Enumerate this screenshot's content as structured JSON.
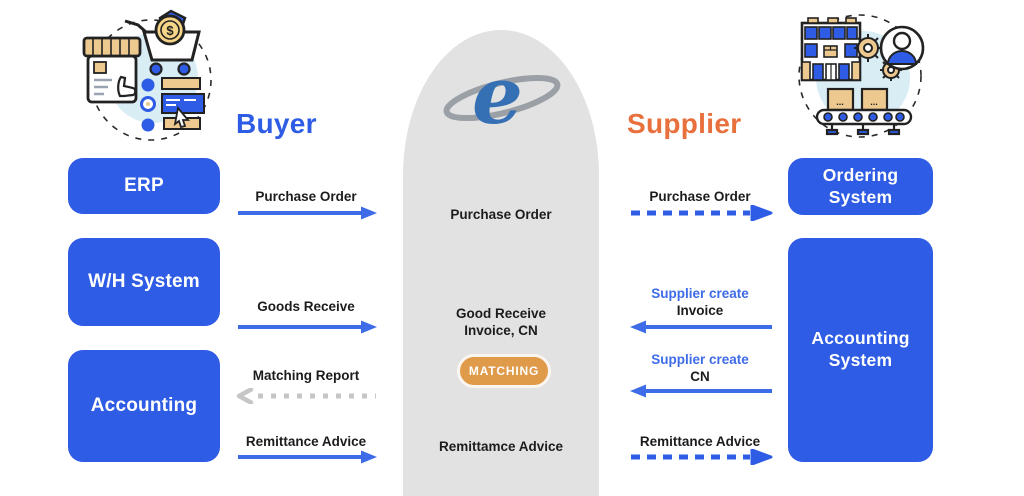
{
  "colors": {
    "primary_blue": "#2e5ce5",
    "accent_orange": "#e8703d",
    "matching_orange": "#df9b4a",
    "dome_gray": "#e2e2e2",
    "arrow_blue": "#3e6ce8",
    "dash_gray": "#c6c6c6"
  },
  "buyer": {
    "title": "Buyer",
    "illustration": "online-shopping-cart-storefront",
    "systems": [
      {
        "label": "ERP"
      },
      {
        "label": "W/H System"
      },
      {
        "label": "Accounting"
      }
    ],
    "flows": [
      {
        "label": "Purchase Order",
        "style": "solid",
        "direction": "right"
      },
      {
        "label": "Goods Receive",
        "style": "solid",
        "direction": "right"
      },
      {
        "label": "Matching Report",
        "style": "dashed-gray",
        "direction": "left"
      },
      {
        "label": "Remittance Advice",
        "style": "solid",
        "direction": "right"
      }
    ]
  },
  "platform": {
    "logo_letter": "e",
    "labels": {
      "purchase_order": "Purchase Order",
      "good_receive_line1": "Good Receive",
      "good_receive_line2": "Invoice, CN",
      "matching": "MATCHING",
      "remittance": "Remittamce Advice"
    }
  },
  "supplier": {
    "title": "Supplier",
    "illustration": "warehouse-conveyor-gears-person",
    "systems": [
      {
        "label": "Ordering System"
      },
      {
        "label": "Accounting System"
      }
    ],
    "flows": [
      {
        "label": "Purchase Order",
        "style": "dashed",
        "direction": "right"
      },
      {
        "prefix": "Supplier create",
        "label": "Invoice",
        "style": "solid",
        "direction": "left"
      },
      {
        "prefix": "Supplier create",
        "label": "CN",
        "style": "solid",
        "direction": "left"
      },
      {
        "label": "Remittance Advice",
        "style": "dashed",
        "direction": "right"
      }
    ]
  }
}
